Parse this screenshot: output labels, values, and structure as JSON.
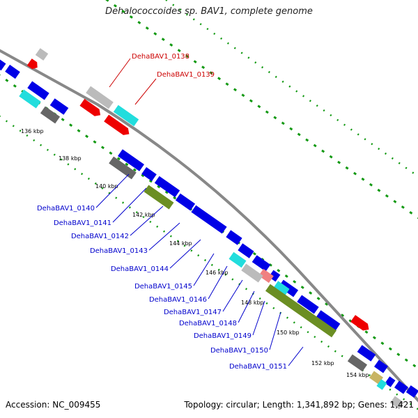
{
  "title": "Dehalococcoides sp. BAV1, complete genome",
  "footer": {
    "accession": "Accession: NC_009455",
    "summary": "Topology: circular; Length: 1,341,892 bp; Genes: 1,421"
  },
  "colors": {
    "forward_label": "#cc0000",
    "reverse_label": "#0000cc",
    "backbone": "#888888",
    "ticks": "#119911",
    "blue_gene": "#0000e6",
    "red_gene": "#ee0000",
    "cyan_gene": "#22dddd",
    "grey_gene": "#bbbbbb",
    "dark_gene": "#666666",
    "olive_gene": "#6b8e23",
    "salmon_gene": "#f08080",
    "tan_gene": "#c8b464"
  },
  "kbp_labels": [
    "136 kbp",
    "138 kbp",
    "140 kbp",
    "142 kbp",
    "144 kbp",
    "146 kbp",
    "148 kbp",
    "150 kbp",
    "152 kbp",
    "154 kbp"
  ],
  "forward_labels": [
    "DehaBAV1_0138",
    "DehaBAV1_0139"
  ],
  "reverse_labels": [
    "DehaBAV1_0140",
    "DehaBAV1_0141",
    "DehaBAV1_0142",
    "DehaBAV1_0143",
    "DehaBAV1_0144",
    "DehaBAV1_0145",
    "DehaBAV1_0146",
    "DehaBAV1_0147",
    "DehaBAV1_0148",
    "DehaBAV1_0149",
    "DehaBAV1_0150",
    "DehaBAV1_0151"
  ]
}
